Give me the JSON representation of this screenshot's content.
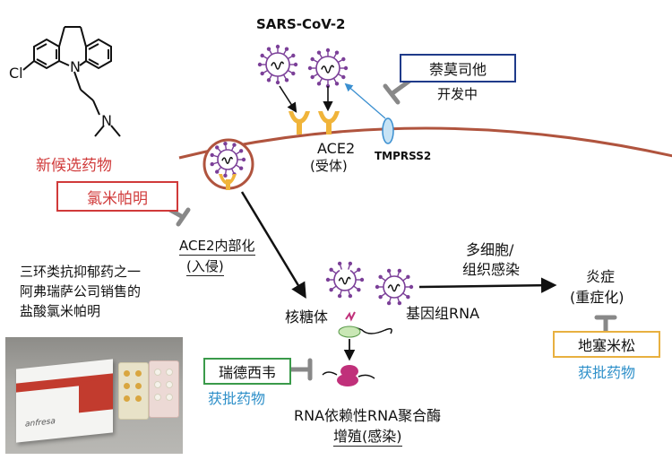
{
  "virus_label": "SARS-CoV-2",
  "receptor_label": "ACE2",
  "receptor_sub": "(受体)",
  "protease_label": "TMPRSS2",
  "candidate_title": "新候选药物",
  "candidate_drug": "氯米帕明",
  "molecule_atoms": {
    "cl": "Cl",
    "n_ring": "N",
    "n_amine": "N"
  },
  "drug_description": [
    "三环类抗抑郁药之一",
    "阿弗瑞萨公司销售的",
    "盐酸氯米帕明"
  ],
  "photo_brand": "anfresa",
  "camostat": {
    "name": "萘莫司他",
    "status": "开发中"
  },
  "internalization": [
    "ACE2内部化",
    "(入侵)"
  ],
  "ribosome_label": "核糖体",
  "genome_label": "基因组RNA",
  "spread_label": [
    "多细胞/",
    "组织感染"
  ],
  "inflammation_label": [
    "炎症",
    "(重症化)"
  ],
  "dexamethasone": {
    "name": "地塞米松",
    "status": "获批药物"
  },
  "remdesivir": {
    "name": "瑞德西韦",
    "status": "获批药物"
  },
  "rdrp_label": "RNA依赖性RNA聚合酶",
  "replication_label": "增殖(感染)",
  "colors": {
    "red": "#d03a3a",
    "blue_box": "#1f3a8a",
    "orange_box": "#e8b040",
    "green_box": "#3a9a4a",
    "approved_text": "#2d8fc9",
    "virus": "#7b3f98",
    "receptor": "#f0b43a",
    "membrane": "#b0543e",
    "polymerase": "#c0307a"
  }
}
